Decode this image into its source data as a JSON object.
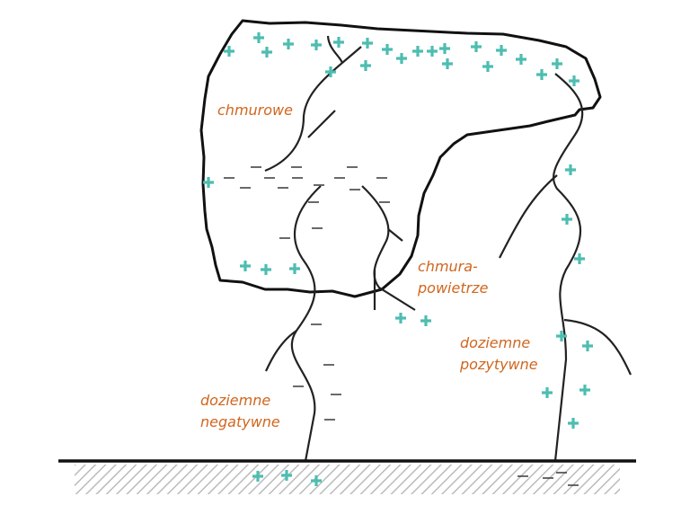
{
  "labels": {
    "cloud_to_cloud": "chmurowe",
    "cloud_to_air_line1": "chmura-",
    "cloud_to_air_line2": "powietrze",
    "positive_ground_line1": "doziemne",
    "positive_ground_line2": "pozytywne",
    "negative_ground_line1": "doziemne",
    "negative_ground_line2": "negatywne"
  },
  "colors": {
    "label": "#d0661e",
    "positive_charge": "#4dbdb0",
    "negative_charge": "#444444",
    "outline": "#111111"
  }
}
